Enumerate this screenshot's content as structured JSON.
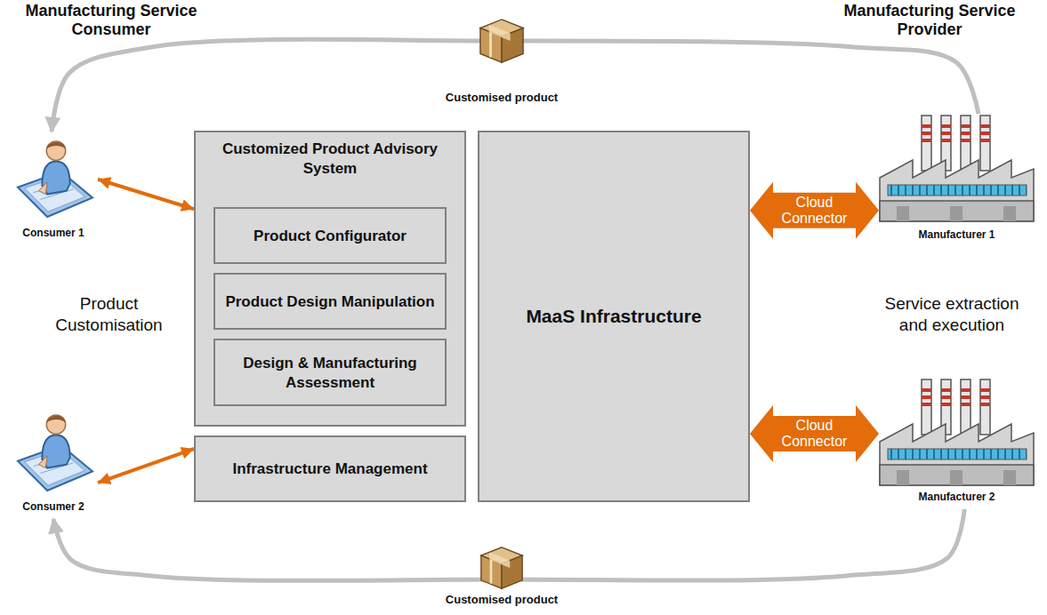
{
  "diagram": {
    "nodes": [
      {
        "text": [
          "Consumer 1"
        ]
      },
      {
        "text": [
          "Customized Product Advisory System"
        ]
      },
      {
        "text": [
          "Product Configurator"
        ],
        "in": 1
      },
      {
        "text": [
          "Product Design Manipulation"
        ],
        "in": 1
      },
      {
        "text": [
          "Design & Manufacturing Assessment"
        ],
        "in": 1
      },
      {
        "text": [
          "MaaS Infrastructure"
        ]
      },
      {
        "text": [
          "Manufacturer 1"
        ]
      },
      {
        "text": [
          "Infrastructure Management"
        ]
      },
      {
        "text": [
          "Consumer 2"
        ]
      },
      {
        "text": [
          "Manufacturer 2"
        ]
      }
    ],
    "edges": [
      {
        "from": 0,
        "to": 1,
        "arrow": "both"
      },
      {
        "from": 8,
        "to": 7,
        "arrow": "both"
      },
      {
        "from": 5,
        "to": 6,
        "label": "Cloud Connector",
        "arrow": "both"
      },
      {
        "from": 5,
        "to": 9,
        "label": "Cloud Connector",
        "arrow": "both"
      },
      {
        "from": 6,
        "to": 0,
        "label": "Customised product",
        "arrow": "to"
      },
      {
        "from": 9,
        "to": 8,
        "label": "Customised product",
        "arrow": "to"
      }
    ],
    "labels": [
      "Manufacturing Service Consumer",
      "Manufacturing Service Provider",
      "Product Customisation",
      "Service extraction and execution"
    ]
  }
}
